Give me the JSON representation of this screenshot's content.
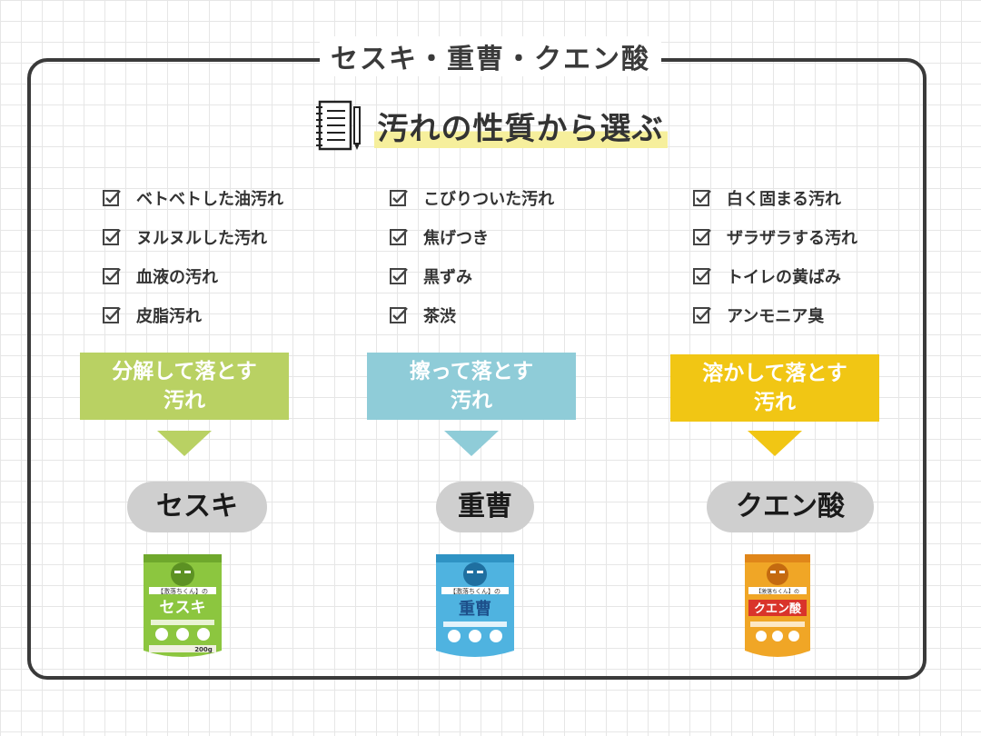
{
  "title": "セスキ・重曹・クエン酸",
  "heading": "汚れの性質から選ぶ",
  "columns": [
    {
      "items": [
        "ベトベトした油汚れ",
        "ヌルヌルした汚れ",
        "血液の汚れ",
        "皮脂汚れ"
      ],
      "method_line1": "分解して落とす",
      "method_line2": "汚れ",
      "name": "セスキ",
      "color": "#b9d163",
      "package": {
        "brand": "【激落ちくん】の",
        "name": "セスキ",
        "weight": "200g"
      }
    },
    {
      "items": [
        "こびりついた汚れ",
        "焦げつき",
        "黒ずみ",
        "茶渋"
      ],
      "method_line1": "擦って落とす",
      "method_line2": "汚れ",
      "name": "重曹",
      "color": "#8fccd8",
      "package": {
        "brand": "【激落ちくん】の",
        "name": "重曹"
      }
    },
    {
      "items": [
        "白く固まる汚れ",
        "ザラザラする汚れ",
        "トイレの黄ばみ",
        "アンモニア臭"
      ],
      "method_line1": "溶かして落とす",
      "method_line2": "汚れ",
      "name": "クエン酸",
      "color": "#f1c614",
      "package": {
        "brand": "【激落ちくん】の",
        "name": "クエン酸"
      }
    }
  ]
}
